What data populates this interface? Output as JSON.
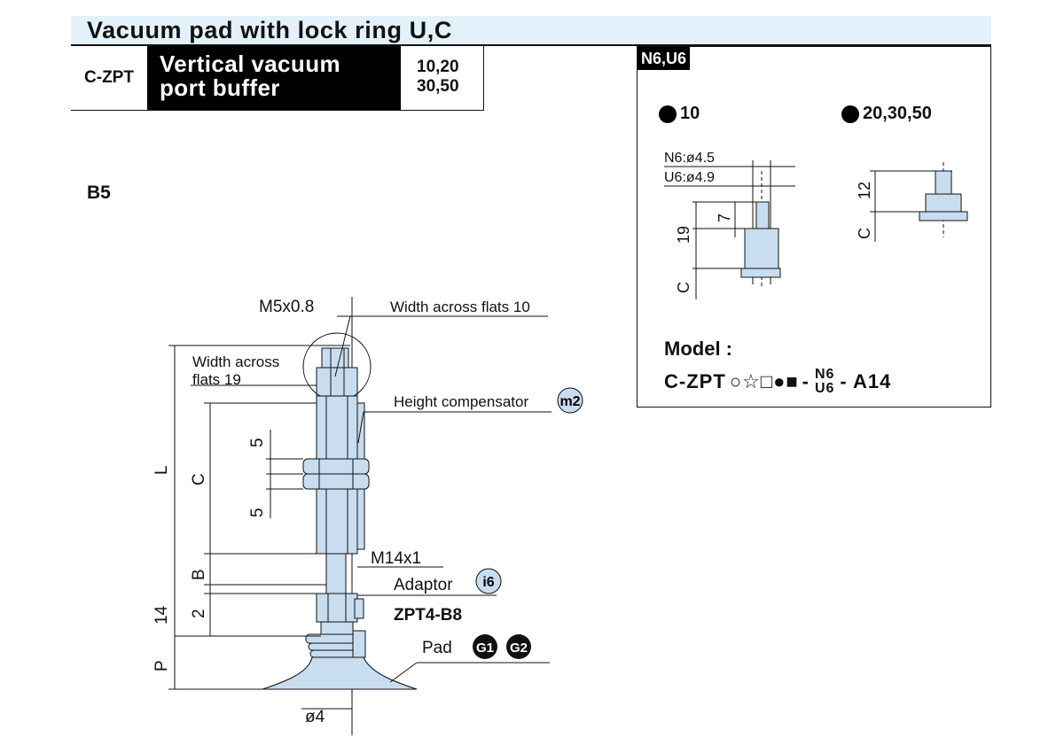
{
  "title": "Vacuum pad with lock ring U,C",
  "header": {
    "code": "C-ZPT",
    "name_line1": "Vertical vacuum",
    "name_line2": "port buffer",
    "sizes_line1": "10,20",
    "sizes_line2": "30,50"
  },
  "variant": "B5",
  "main_drawing": {
    "thread_top": "M5x0.8",
    "flats_10": "Width across flats 10",
    "flats_19_line1": "Width across",
    "flats_19_line2": "flats 19",
    "height_comp": "Height compensator",
    "height_comp_ref": "m2",
    "dim_5a": "5",
    "dim_5b": "5",
    "dim_L": "L",
    "dim_C": "C",
    "dim_B": "B",
    "dim_2": "2",
    "dim_14": "14",
    "dim_P": "P",
    "thread_m14": "M14x1",
    "adaptor": "Adaptor",
    "adaptor_ref": "i6",
    "adaptor_model": "ZPT4-B8",
    "pad": "Pad",
    "pad_ref1": "G1",
    "pad_ref2": "G2",
    "dia4": "ø4"
  },
  "side_box": {
    "tag": "N6,U6",
    "bullet_small": "10",
    "bullet_large": "20,30,50",
    "n6_dia": "N6:ø4.5",
    "u6_dia": "U6:ø4.9",
    "dim_7": "7",
    "dim_19": "19",
    "dim_C_left": "C",
    "dim_12": "12",
    "dim_C_right": "C",
    "model_label": "Model :",
    "model_prefix": "C-ZPT",
    "model_symbols": "○☆□●■",
    "model_dash1": "-",
    "model_frac_top": "N6",
    "model_frac_bottom": "U6",
    "model_suffix": "- A14"
  },
  "colors": {
    "part_fill": "#c8ddf0",
    "title_bg": "#e3f1fb",
    "ref_fill": "#c8ddf0"
  }
}
